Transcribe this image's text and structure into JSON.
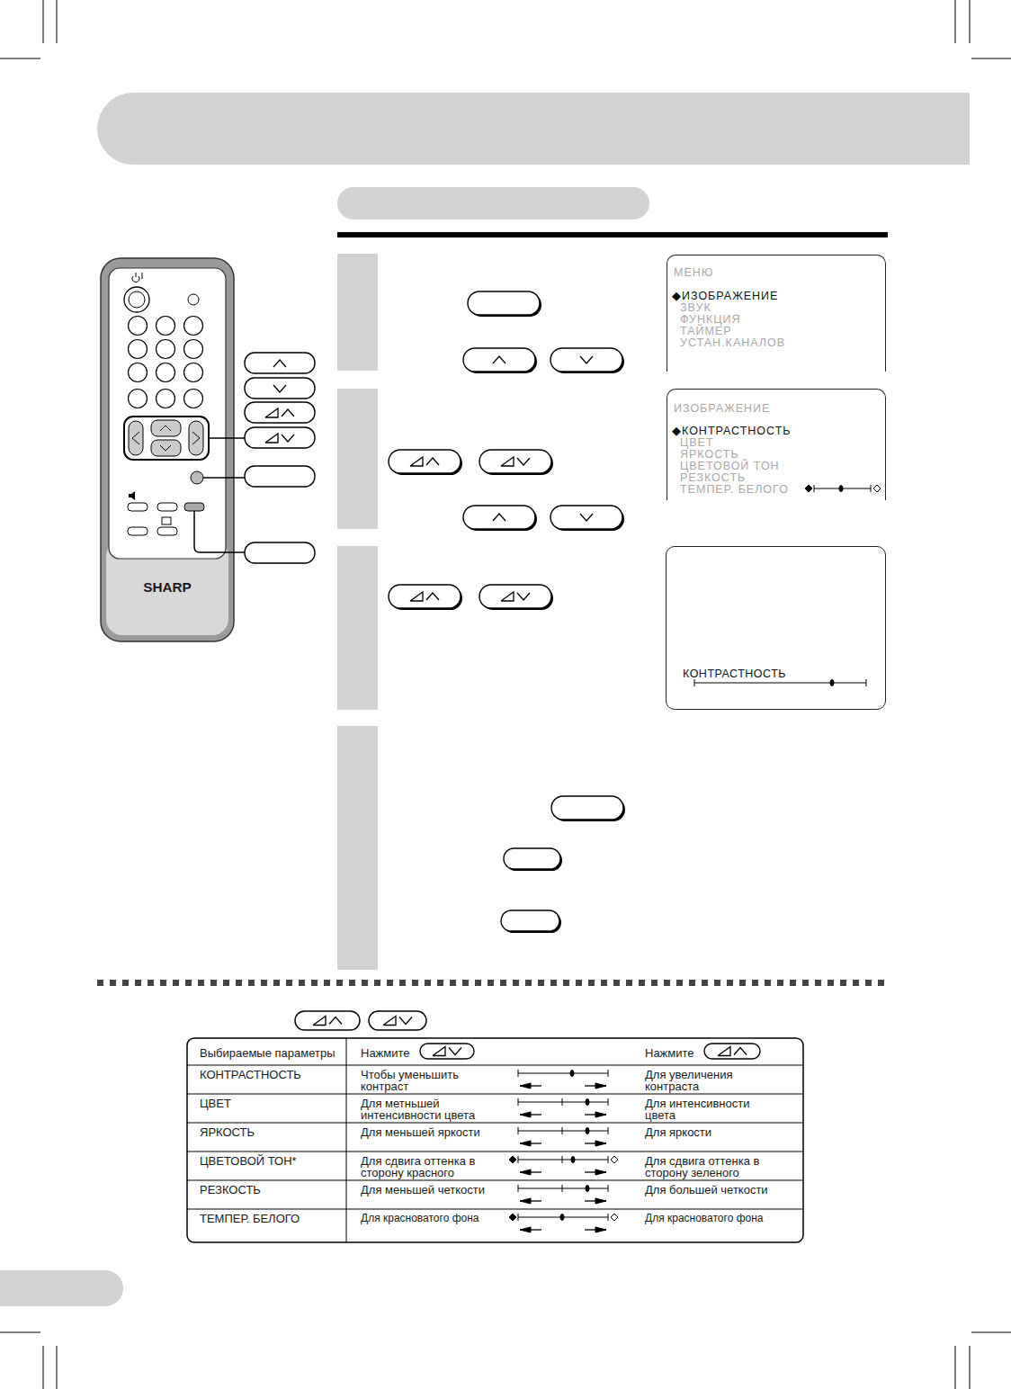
{
  "diagram": {
    "nodes": [
      {
        "text": [
          "МЕНЮ",
          "◆ИЗОБРАЖЕНИЕ",
          "ЗВУК",
          "ФУНКЦИЯ",
          "ТАЙМЕР",
          "УСТАН.КАНАЛОВ"
        ]
      },
      {
        "text": [
          "ИЗОБРАЖЕНИЕ",
          "◆КОНТРАСТНОСТЬ",
          "ЦВЕТ",
          "ЯРКОСТЬ",
          "ЦВЕТОВОЙ ТОН",
          "РЕЗКОСТЬ",
          "ТЕМПЕР. БЕЛОГО"
        ]
      },
      {
        "text": [
          "КОНТРАСТНОСТЬ"
        ]
      },
      {
        "text": [
          "SHARP"
        ]
      }
    ],
    "labels": [
      "Выбираемые параметры",
      "Нажмите",
      "Нажмите",
      "КОНТРАСТНОСТЬ",
      "Чтобы уменьшить контраст",
      "Для увеличения контраста",
      "ЦВЕТ",
      "Для метньшей интенсивности цвета",
      "Для интенсивности цвета",
      "ЯРКОСТЬ",
      "Для меньшей яркости",
      "Для яркости",
      "ЦВЕТОВОЙ ТОН*",
      "Для сдвига оттенка в сторону красного",
      "Для сдвига оттенка в сторону зеленого",
      "РЕЗКОСТЬ",
      "Для меньшей четкости",
      "Для большей четкости",
      "ТЕМПЕР. БЕЛОГО",
      "Для красноватого фона",
      "Для красноватого фона"
    ]
  }
}
